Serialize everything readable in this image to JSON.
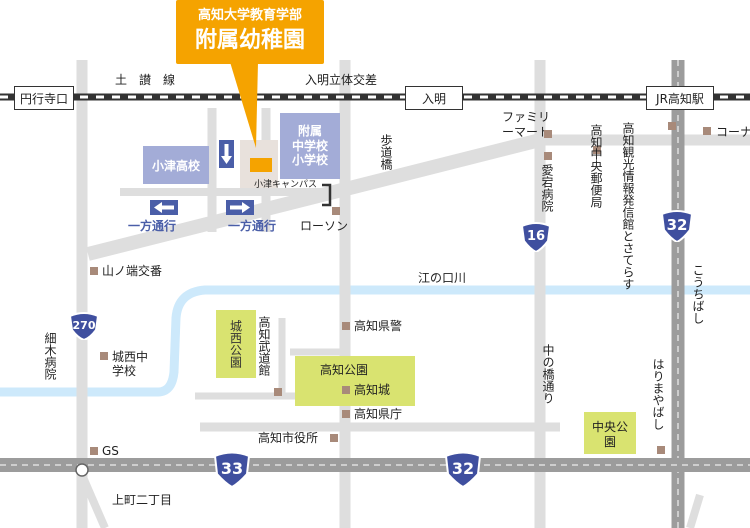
{
  "school": {
    "line1": "高知大学教育学部",
    "line2": "附属幼稚園",
    "color": "#f5a300"
  },
  "stations": {
    "enkoji": "円行寺口",
    "iriake": "入明",
    "jr_kochi": "JR高知駅"
  },
  "rail_labels": {
    "dosan_line": "土　讃　線",
    "crossing": "入明立体交差"
  },
  "blocks": {
    "junior_high": "附属\n中学校\n小学校",
    "ozu_high": "小津高校",
    "shiro_nishi_park": "城西公園",
    "kochi_park": "高知公園",
    "chuo_park": "中央公園"
  },
  "labels": {
    "ozu_campus": "小津キャンパス",
    "one_way_left": "一方通行",
    "one_way_right": "一方通行",
    "footbridge": "歩道橋",
    "lawson": "ローソン",
    "yamanohana": "山ノ端交番",
    "enokuchi_river": "江の口川",
    "hosogi_hospital": "細木病院",
    "joseishi_jhs": "城西中学校",
    "budokan": "高知武道館",
    "pref_police": "高知県警",
    "kochi_castle": "高知城",
    "pref_office": "高知県庁",
    "city_hall": "高知市役所",
    "gs": "GS",
    "kamimachi": "上町二丁目",
    "family_mart": "ファミリーマート",
    "atago_hospital": "愛宕病院",
    "post_office": "高知中央郵便局",
    "tourism_center": "高知観光情報発信館とさてらす",
    "konan": "コーナン",
    "kochi_bashi": "こうちばし",
    "harimayabashi": "はりまやばし",
    "nakanohashi": "中の橋通り"
  },
  "routes": {
    "r270": "270",
    "r16": "16",
    "r32_top": "32",
    "r33": "33",
    "r32_bottom": "32"
  },
  "colors": {
    "road": "#dedede",
    "road_main": "#9c9c9c",
    "river": "#cde9fb",
    "park": "#d9e370",
    "school_block": "#a3acd7",
    "route_shield": "#3f4f9f",
    "building": "#a88a7a",
    "arrow": "#4a5ea8"
  }
}
